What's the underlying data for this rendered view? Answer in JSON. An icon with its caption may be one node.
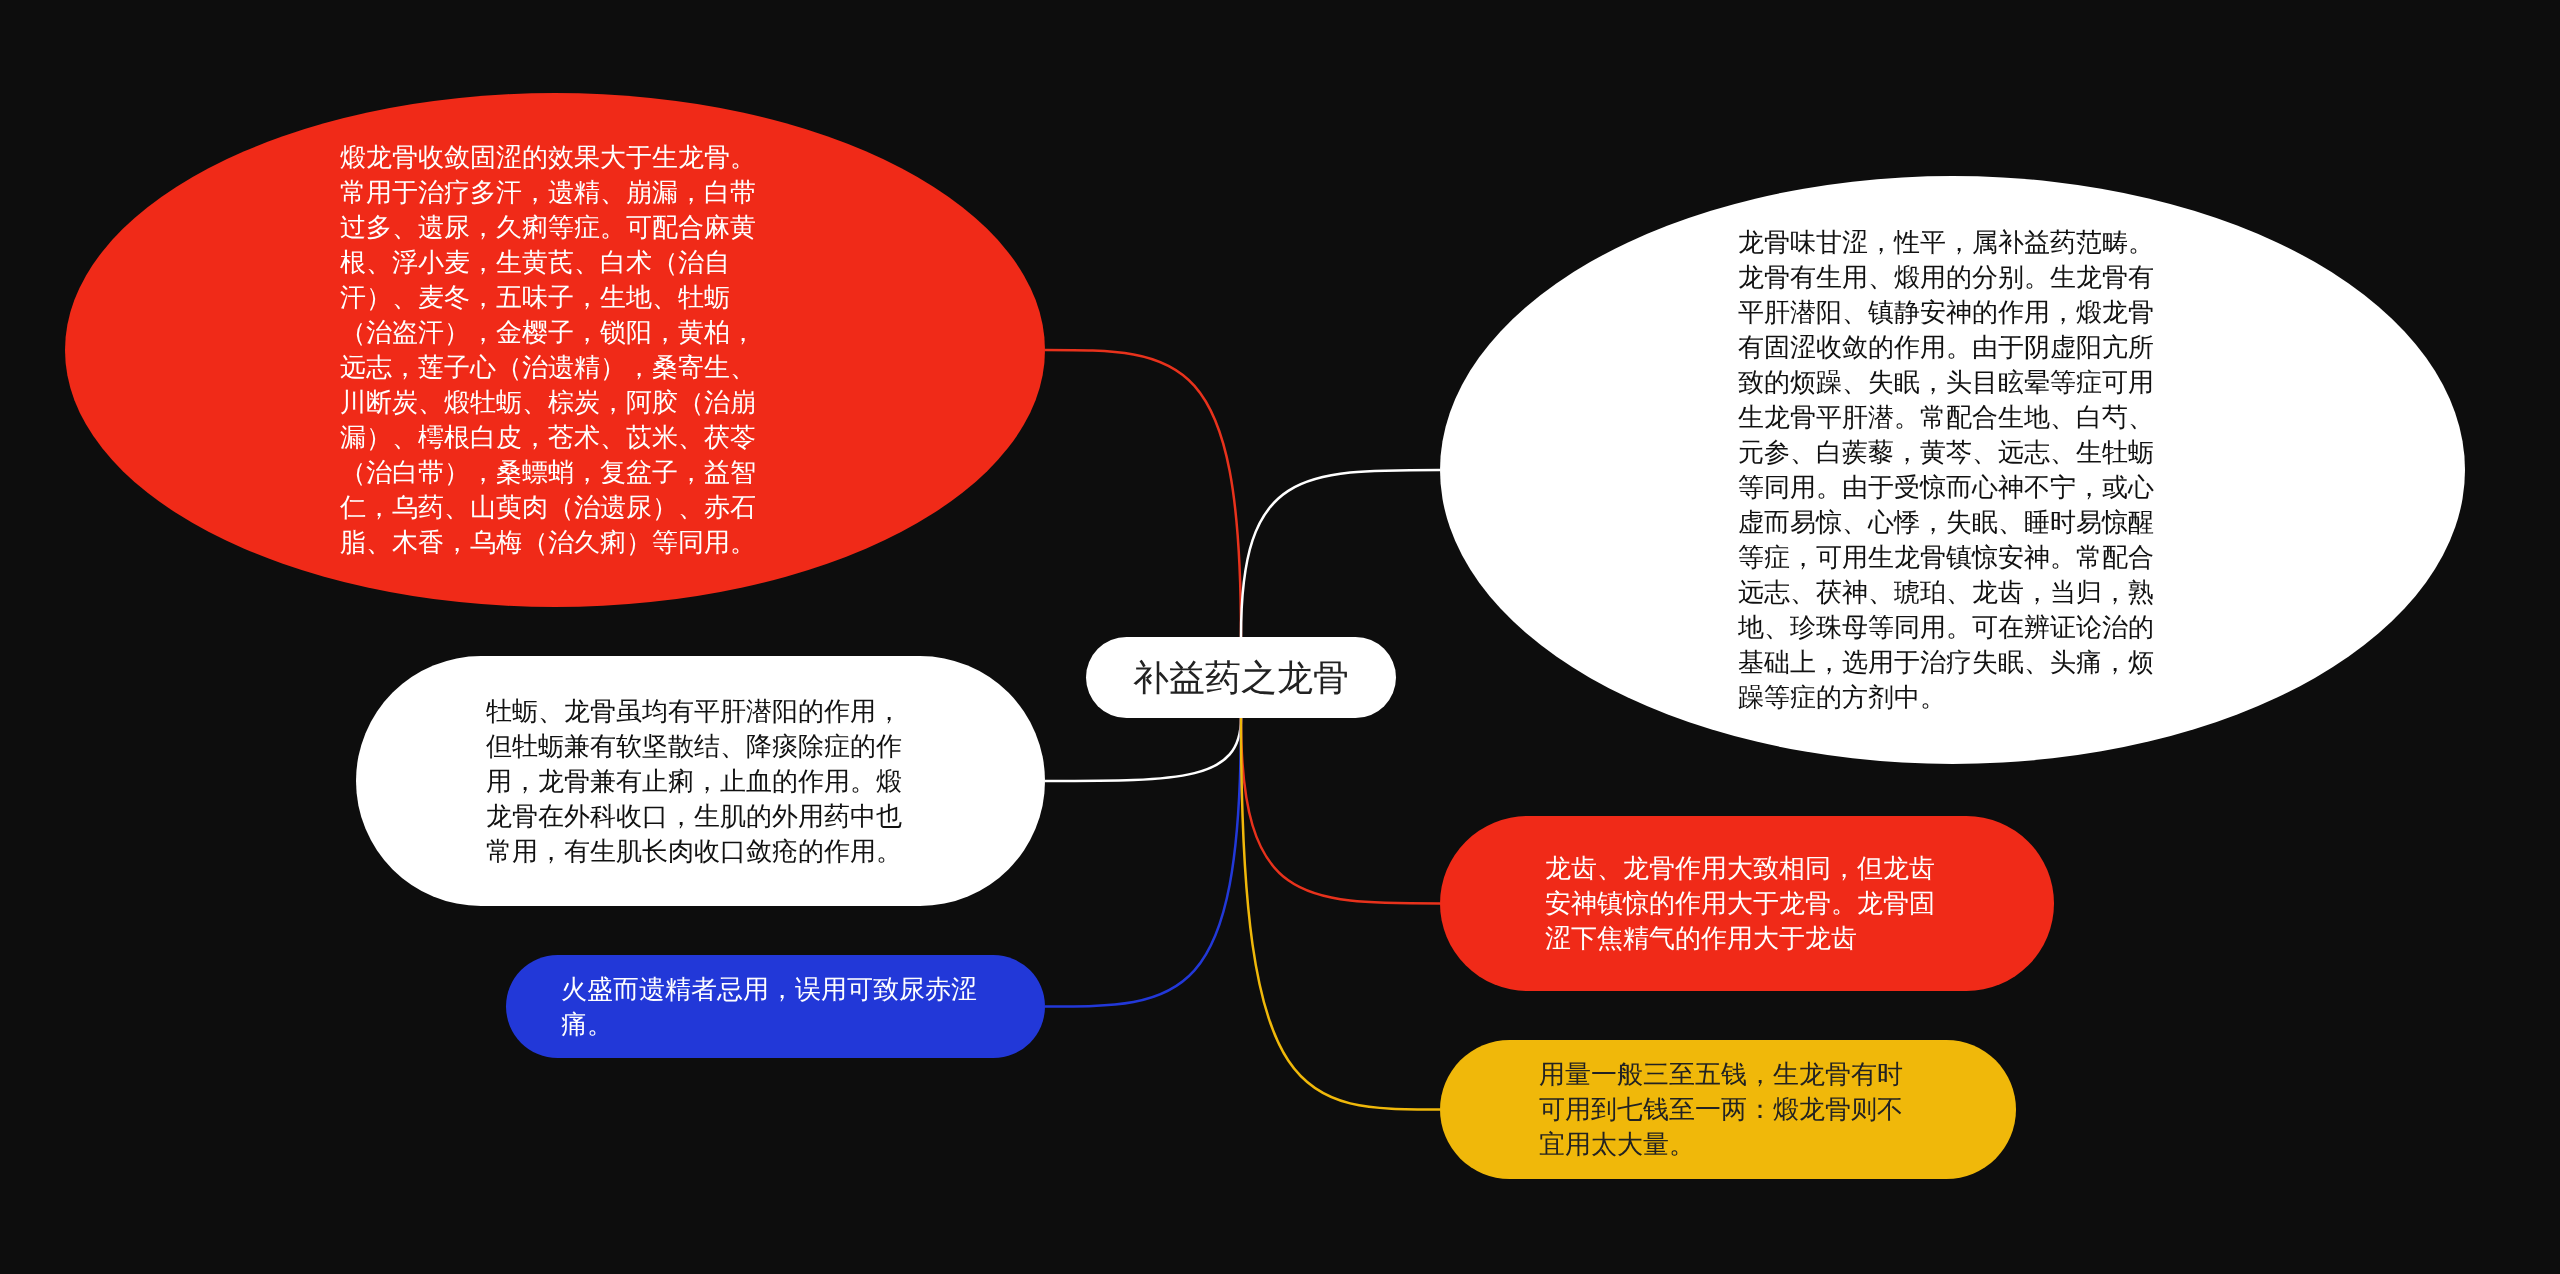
{
  "diagram": {
    "nodes": [
      {
        "text": [
          "补益药之龙骨"
        ]
      },
      {
        "text": [
          "煅龙骨收敛固涩的效果大于生龙骨。常用于治疗多汗，遗精、崩漏，白带过多、遗尿，久痢等症。可配合麻黄根、浮小麦，生黄芪、白术（治自汗）、麦冬，五味子，生地、牡蛎（治盗汗），金樱子，锁阳，黄柏，远志，莲子心（治遗精），桑寄生、川断炭、煅牡蛎、棕炭，阿胶（治崩漏）、樗根白皮，苍术、苡米、茯苓（治白带），桑螵蛸，复盆子，益智仁，乌药、山萸肉（治遗尿）、赤石脂、木香，乌梅（治久痢）等同用。"
        ]
      },
      {
        "text": [
          "龙骨味甘涩，性平，属补益药范畴。龙骨有生用、煅用的分别。生龙骨有平肝潜阳、镇静安神的作用，煅龙骨有固涩收敛的作用。由于阴虚阳亢所致的烦躁、失眠，头目眩晕等症可用生龙骨平肝潜。常配合生地、白芍、元参、白蒺藜，黄芩、远志、生牡蛎等同用。由于受惊而心神不宁，或心虚而易惊、心悸，失眠、睡时易惊醒等症，可用生龙骨镇惊安神。常配合远志、茯神、琥珀、龙齿，当归，熟地、珍珠母等同用。可在辨证论治的基础上，选用于治疗失眠、头痛，烦躁等症的方剂中。"
        ]
      },
      {
        "text": [
          "牡蛎、龙骨虽均有平肝潜阳的作用，但牡蛎兼有软坚散结、降痰除症的作用，龙骨兼有止痢，止血的作用。煅龙骨在外科收口，生肌的外用药中也常用，有生肌长肉收口敛疮的作用。"
        ]
      },
      {
        "text": [
          "龙齿、龙骨作用大致相同，但龙齿安神镇惊的作用大于龙骨。龙骨固涩下焦精气的作用大于龙齿"
        ]
      },
      {
        "text": [
          "火盛而遗精者忌用，误用可致尿赤涩痛。"
        ]
      },
      {
        "text": [
          "用量一般三至五钱，生龙骨有时可用到七钱至一两：煅龙骨则不宜用太大量。"
        ]
      }
    ],
    "edges": [
      {
        "from": 0,
        "to": 1,
        "arrow": "none",
        "color": "#e8321c"
      },
      {
        "from": 0,
        "to": 2,
        "arrow": "none",
        "color": "#ffffff"
      },
      {
        "from": 0,
        "to": 3,
        "arrow": "none",
        "color": "#ffffff"
      },
      {
        "from": 0,
        "to": 4,
        "arrow": "none",
        "color": "#e8321c"
      },
      {
        "from": 0,
        "to": 5,
        "arrow": "none",
        "color": "#2238d8"
      },
      {
        "from": 0,
        "to": 6,
        "arrow": "none",
        "color": "#f0b80a"
      }
    ]
  }
}
